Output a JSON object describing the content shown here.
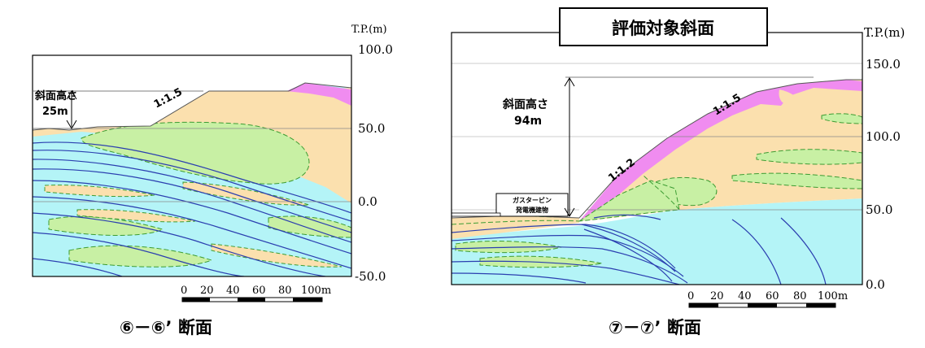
{
  "left_section": {
    "unit_label": "T.P.(m)",
    "elevation_ticks": [
      "100.0",
      "50.0",
      "0.0",
      "-50.0"
    ],
    "height_label_line1": "斜面高さ",
    "height_label_line2": "25m",
    "slope_ratio": "1:1.5",
    "scale_ticks": [
      "0",
      "20",
      "40",
      "60",
      "80",
      "100m"
    ],
    "caption": "⑥－⑥’ 断面"
  },
  "right_section": {
    "title_box": "評価対象斜面",
    "unit_label": "T.P.(m)",
    "elevation_ticks": [
      "150.0",
      "100.0",
      "50.0",
      "0.0"
    ],
    "height_label_line1": "斜面高さ",
    "height_label_line2": "94m",
    "slope_ratio_upper": "1:1.5",
    "slope_ratio_lower": "1:1.2",
    "building_label_line1": "ガスタービン",
    "building_label_line2": "発電機建物",
    "scale_ticks": [
      "0",
      "20",
      "40",
      "60",
      "80",
      "100m"
    ],
    "caption": "⑦－⑦’ 断面"
  },
  "colors": {
    "upper_layer": "#fbe0ae",
    "green_layer": "#c8f0a4",
    "cyan_layer": "#b4f4f7",
    "surface_layer": "#f08cf0",
    "line_blue": "#2b3fb0",
    "dash_green": "#3c9c32"
  }
}
